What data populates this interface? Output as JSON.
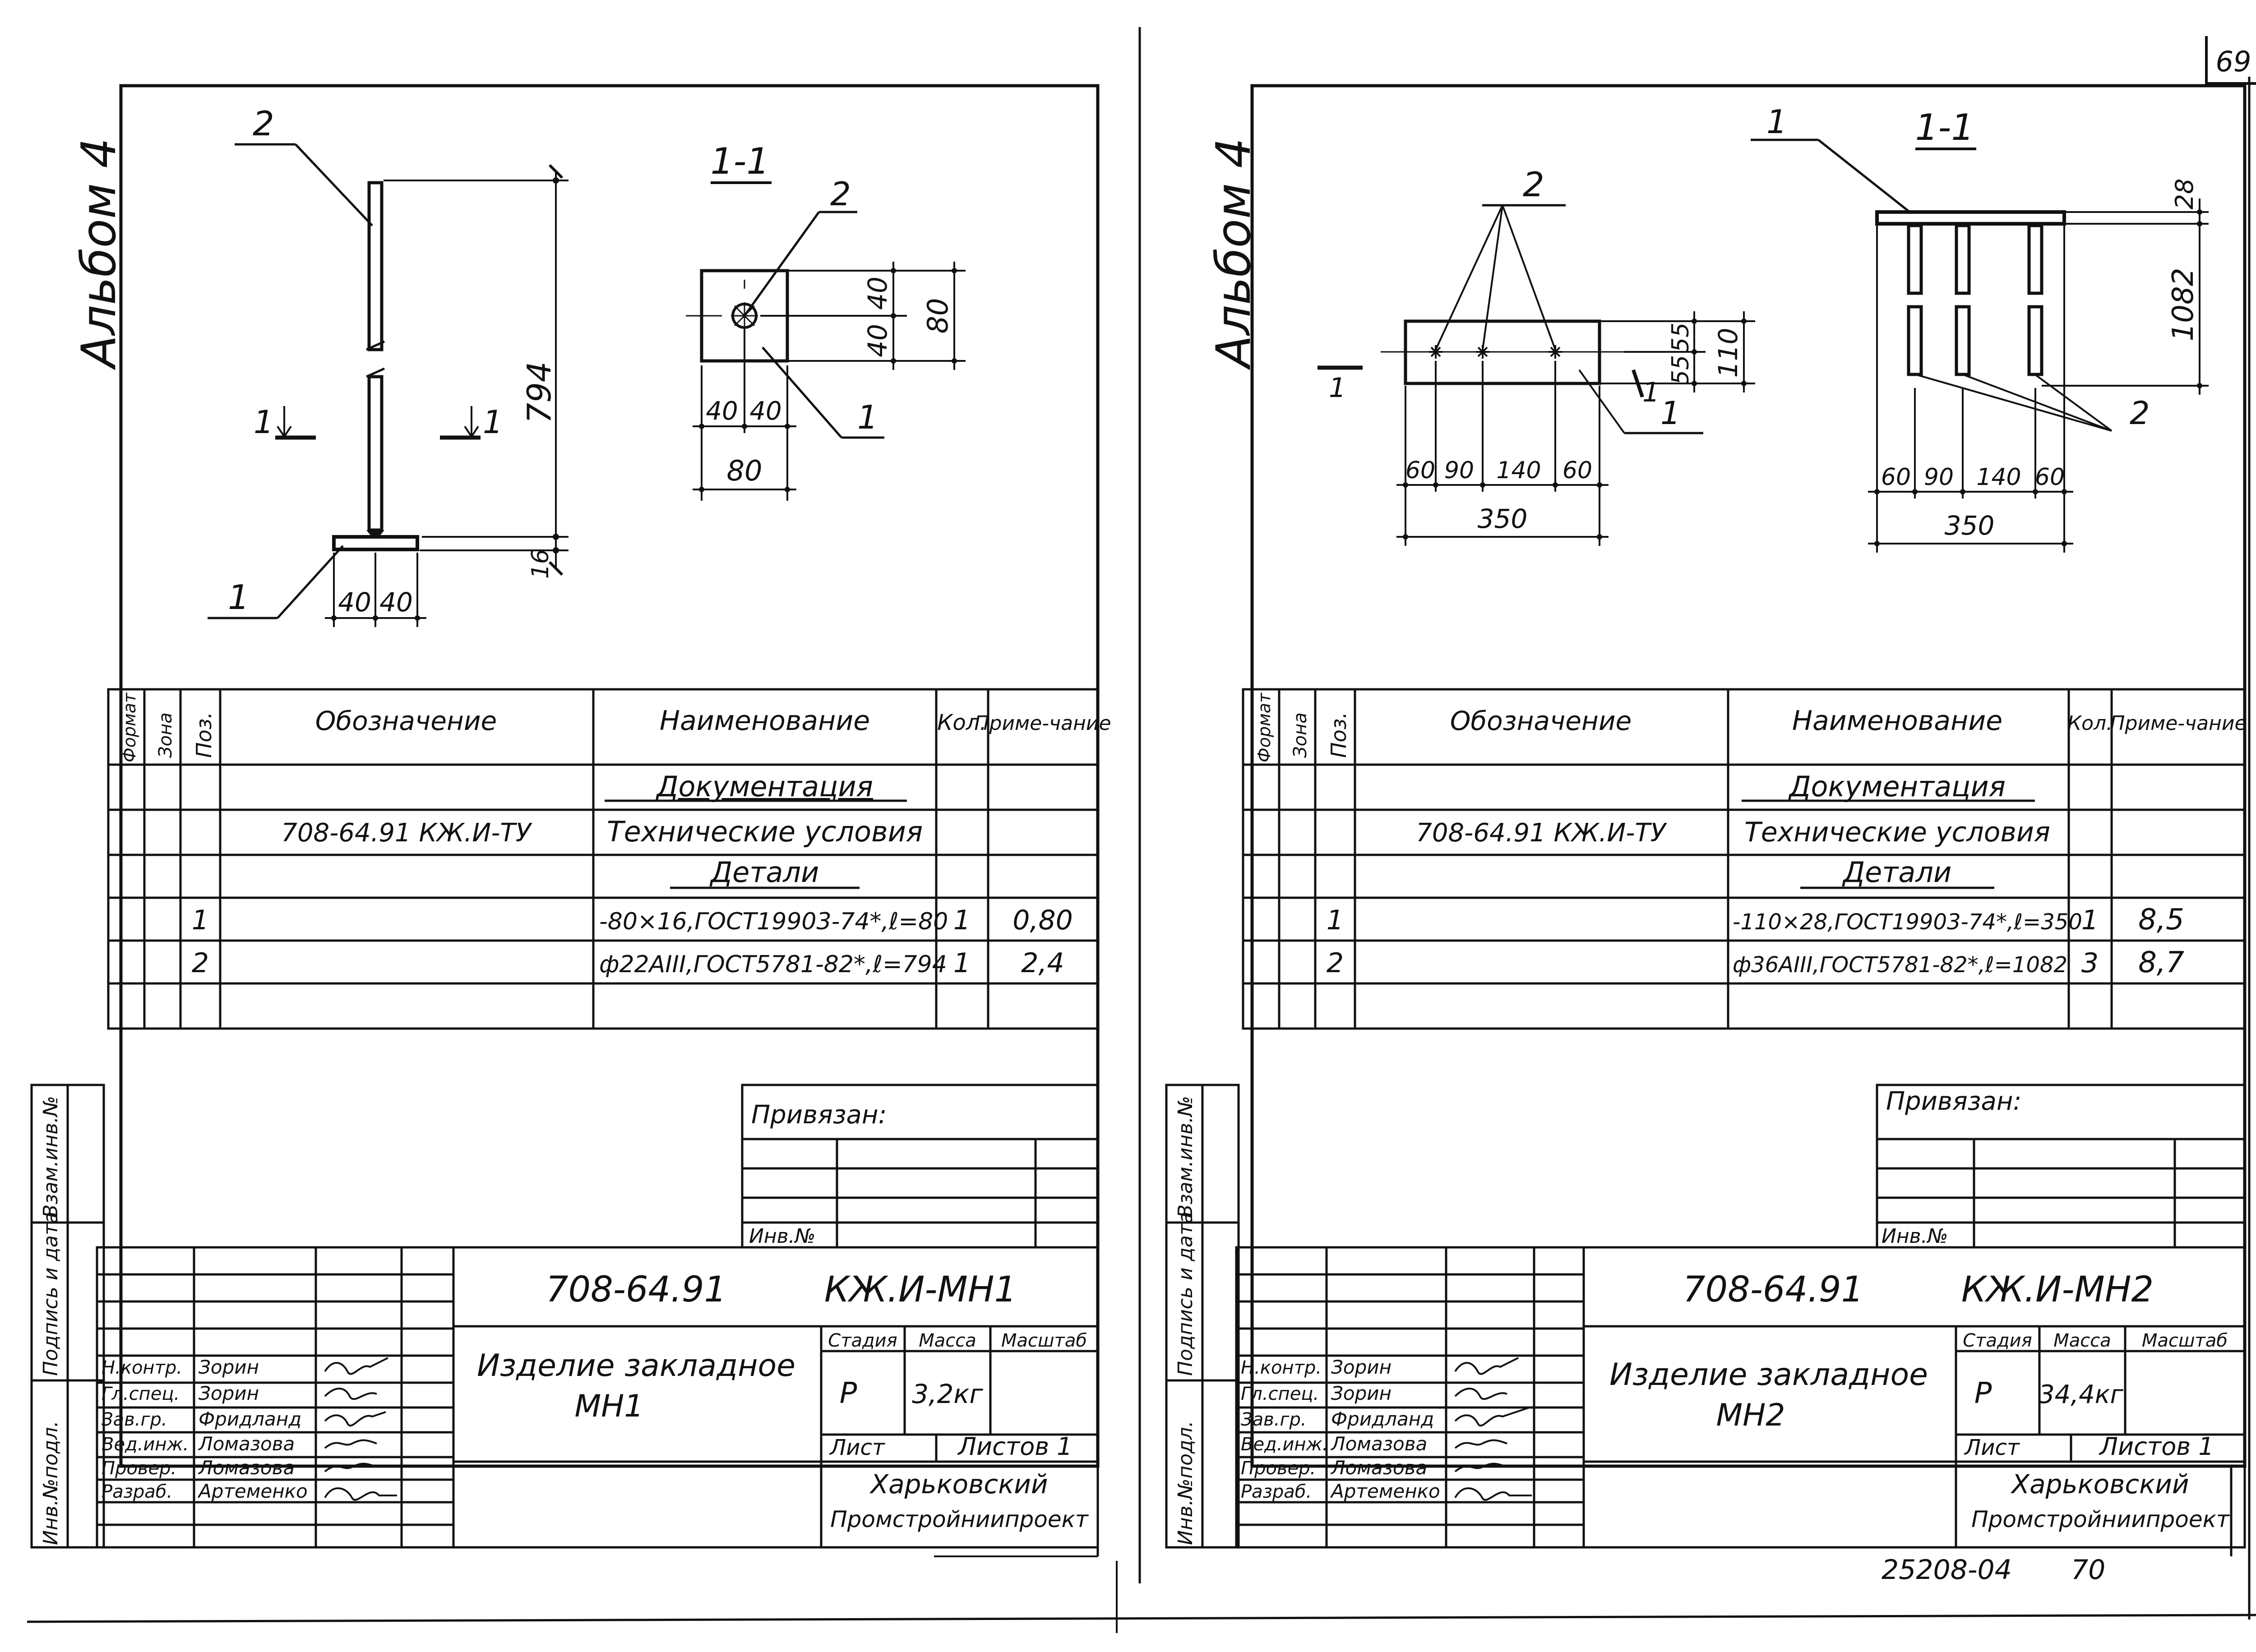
{
  "page_number": "69",
  "bottom_stamp": "25208-04",
  "bottom_page": "70",
  "album_label": "Альбом 4",
  "sheets": [
    {
      "id": "mn1",
      "drawing": {
        "callout_rod": "2",
        "callout_plate": "1",
        "section_label": "1-1",
        "section_rod": "2",
        "section_plate": "1",
        "cut_mark_left": "1",
        "cut_mark_right": "1",
        "dim_height": "794",
        "dim_thickness": "16",
        "dim_base_a": "40",
        "dim_base_b": "40",
        "sec_v1": "40",
        "sec_v2": "40",
        "sec_v_total": "80",
        "sec_h1": "40",
        "sec_h2": "40",
        "sec_h_total": "80"
      },
      "spec": {
        "headers": {
          "format": "Формат",
          "zone": "Зона",
          "pos": "Поз.",
          "designation": "Обозначение",
          "name": "Наименование",
          "qty": "Кол.",
          "note": "Приме-чание"
        },
        "section_docs": "Документация",
        "doc_designation": "708-64.91 КЖ.И-ТУ",
        "doc_name": "Технические условия",
        "section_parts": "Детали",
        "rows": [
          {
            "pos": "1",
            "name": "-80×16,ГОСТ19903-74*,ℓ=80",
            "qty": "1",
            "note": "0,80"
          },
          {
            "pos": "2",
            "name": "ф22АIII,ГОСТ5781-82*,ℓ=794",
            "qty": "1",
            "note": "2,4"
          }
        ]
      },
      "stamp": {
        "privyazan": "Привязан:",
        "inv_no": "Инв.№",
        "code": "708-64.91",
        "mark": "КЖ.И-МН1",
        "title_line1": "Изделие закладное",
        "title_line2": "МН1",
        "stage_label": "Стадия",
        "mass_label": "Масса",
        "scale_label": "Масштаб",
        "stage": "Р",
        "mass": "3,2кг",
        "sheet_label": "Лист",
        "sheets_label": "Листов 1",
        "org_line1": "Харьковский",
        "org_line2": "Промстройниипроект",
        "roles": [
          "Н.контр.",
          "Гл.спец.",
          "Зав.гр.",
          "Вед.инж.",
          "Провер.",
          "Разраб."
        ],
        "names": [
          "Зорин",
          "Зорин",
          "Фридланд",
          "Ломазова",
          "Ломазова",
          "Артеменко"
        ],
        "side_labels": [
          "Инв.№подл.",
          "Подпись и дата",
          "Взам.инв.№"
        ]
      }
    },
    {
      "id": "mn2",
      "drawing": {
        "callout_plate": "1",
        "callout_rods": "2",
        "section_label": "1-1",
        "section_plate": "1",
        "section_rods": "2",
        "cut_mark_left": "1",
        "cut_mark_right": "1",
        "dim_height": "1082",
        "dim_thickness": "28",
        "dim_w1": "55",
        "dim_w2": "55",
        "dim_w_total": "110",
        "dims_plan": [
          "60",
          "90",
          "140",
          "60"
        ],
        "dim_plan_total": "350",
        "dims_sec": [
          "60",
          "90",
          "140",
          "60"
        ],
        "dim_sec_total": "350"
      },
      "spec": {
        "headers": {
          "format": "Формат",
          "zone": "Зона",
          "pos": "Поз.",
          "designation": "Обозначение",
          "name": "Наименование",
          "qty": "Кол.",
          "note": "Приме-чание"
        },
        "section_docs": "Документация",
        "doc_designation": "708-64.91 КЖ.И-ТУ",
        "doc_name": "Технические условия",
        "section_parts": "Детали",
        "rows": [
          {
            "pos": "1",
            "name": "-110×28,ГОСТ19903-74*,ℓ=350",
            "qty": "1",
            "note": "8,5"
          },
          {
            "pos": "2",
            "name": "ф36АIII,ГОСТ5781-82*,ℓ=1082",
            "qty": "3",
            "note": "8,7"
          }
        ]
      },
      "stamp": {
        "privyazan": "Привязан:",
        "inv_no": "Инв.№",
        "code": "708-64.91",
        "mark": "КЖ.И-МН2",
        "title_line1": "Изделие закладное",
        "title_line2": "МН2",
        "stage_label": "Стадия",
        "mass_label": "Масса",
        "scale_label": "Масштаб",
        "stage": "Р",
        "mass": "34,4кг",
        "sheet_label": "Лист",
        "sheets_label": "Листов 1",
        "org_line1": "Харьковский",
        "org_line2": "Промстройниипроект",
        "roles": [
          "Н.контр.",
          "Гл.спец.",
          "Зав.гр.",
          "Вед.инж.",
          "Провер.",
          "Разраб."
        ],
        "names": [
          "Зорин",
          "Зорин",
          "Фридланд",
          "Ломазова",
          "Ломазова",
          "Артеменко"
        ],
        "side_labels": [
          "Инв.№подл.",
          "Подпись и дата",
          "Взам.инв.№"
        ]
      }
    }
  ]
}
